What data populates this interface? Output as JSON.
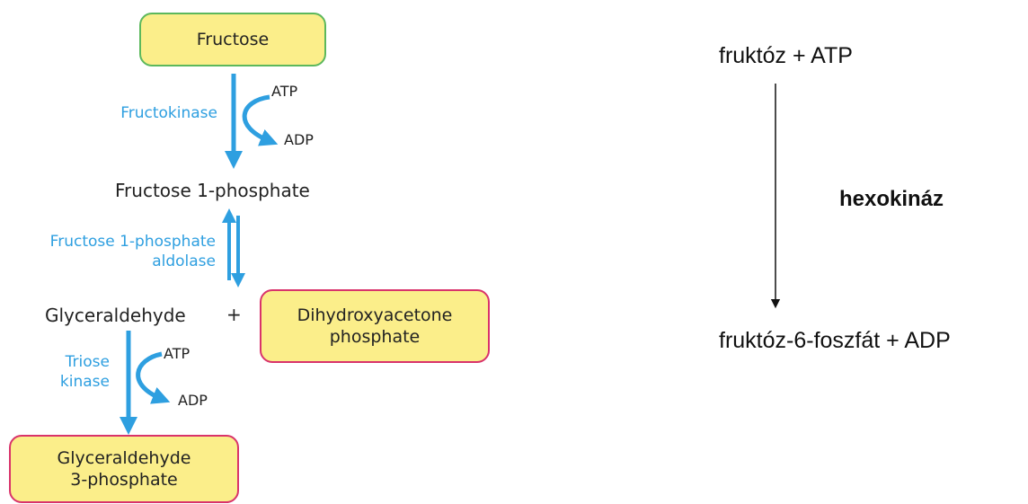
{
  "left_pathway": {
    "fructose": "Fructose",
    "fructokinase": "Fructokinase",
    "atp_1": "ATP",
    "adp_1": "ADP",
    "fructose_1_phosphate": "Fructose 1-phosphate",
    "aldolase_line1": "Fructose 1-phosphate",
    "aldolase_line2": "aldolase",
    "glyceraldehyde": "Glyceraldehyde",
    "plus": "+",
    "dhap_line1": "Dihydroxyacetone",
    "dhap_line2": "phosphate",
    "triose_kinase_line1": "Triose",
    "triose_kinase_line2": "kinase",
    "atp_2": "ATP",
    "adp_2": "ADP",
    "g3p_line1": "Glyceraldehyde",
    "g3p_line2": "3-phosphate"
  },
  "right_reaction": {
    "substrates": "fruktóz + ATP",
    "enzyme": "hexokináz",
    "products": "fruktóz-6-foszfát + ADP"
  },
  "colors": {
    "enzyme_blue": "#2e9fe0",
    "box_fill": "#fbee8a",
    "box_border_green": "#5cb85c",
    "box_border_pink": "#d9336b"
  }
}
